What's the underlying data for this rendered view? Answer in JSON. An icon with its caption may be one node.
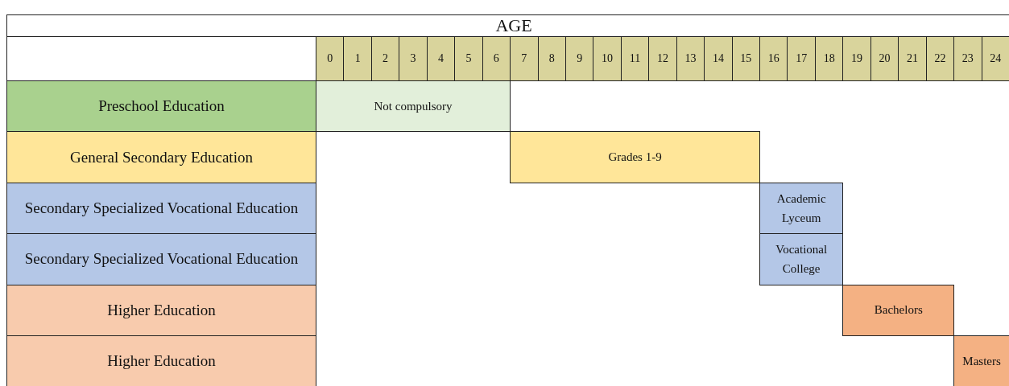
{
  "diagram": {
    "nodes": [
      {
        "text": [
          "Preschool Education"
        ]
      },
      {
        "text": [
          "General Secondary Education"
        ]
      },
      {
        "text": [
          "Secondary Specialized Vocational Education"
        ]
      },
      {
        "text": [
          "Secondary Specialized Vocational Education"
        ]
      },
      {
        "text": [
          "Higher Education"
        ]
      },
      {
        "text": [
          "Higher Education"
        ]
      },
      {
        "text": [
          "Not compulsory"
        ]
      },
      {
        "text": [
          "Grades 1-9"
        ]
      },
      {
        "text": [
          "Academic Lyceum"
        ]
      },
      {
        "text": [
          "Vocational College"
        ]
      },
      {
        "text": [
          "Bachelors"
        ]
      },
      {
        "text": [
          "Masters"
        ]
      }
    ],
    "edges": [],
    "labels": [
      "AGE",
      "0",
      "1",
      "2",
      "3",
      "4",
      "5",
      "6",
      "7",
      "8",
      "9",
      "10",
      "11",
      "12",
      "13",
      "14",
      "15",
      "16",
      "17",
      "18",
      "19",
      "20",
      "21",
      "22",
      "23",
      "24"
    ]
  }
}
